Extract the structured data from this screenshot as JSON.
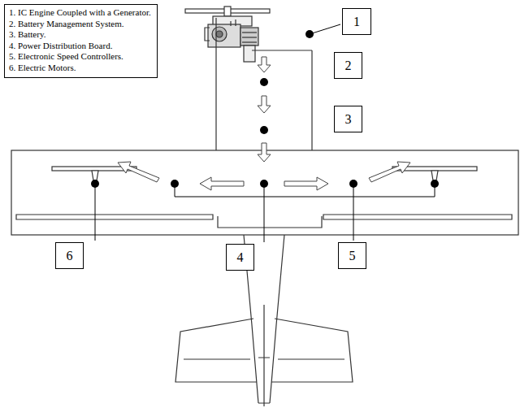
{
  "diagram": {
    "nodes": [
      {
        "text": [
          "1. IC Engine Coupled with a Generator.",
          "2. Battery Management System.",
          "3. Battery.",
          "4. Power Distribution Board.",
          "5. Electronic Speed Controllers.",
          "6. Electric Motors."
        ]
      },
      {
        "text": [
          "1"
        ]
      },
      {
        "text": [
          "2"
        ]
      },
      {
        "text": [
          "3"
        ]
      },
      {
        "text": [
          "4"
        ]
      },
      {
        "text": [
          "5"
        ]
      },
      {
        "text": [
          "6"
        ]
      }
    ]
  }
}
